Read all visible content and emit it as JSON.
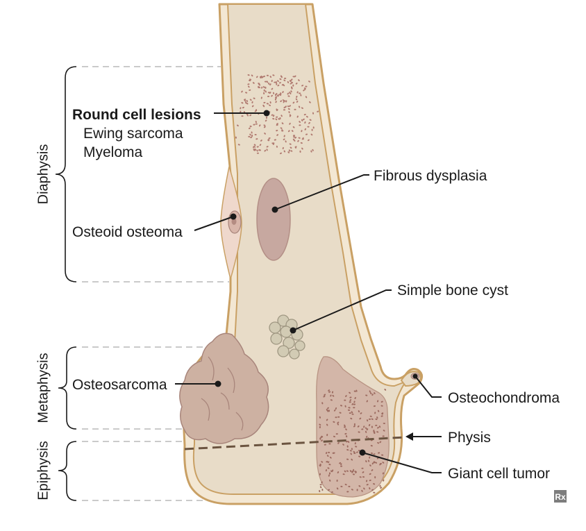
{
  "regions": {
    "diaphysis": "Diaphysis",
    "metaphysis": "Metaphysis",
    "epiphysis": "Epiphysis"
  },
  "labels": {
    "round_cell": "Round cell lesions",
    "ewing": "Ewing sarcoma",
    "myeloma": "Myeloma",
    "osteoid_osteoma": "Osteoid osteoma",
    "fibrous_dysplasia": "Fibrous dysplasia",
    "simple_bone_cyst": "Simple bone cyst",
    "osteosarcoma": "Osteosarcoma",
    "osteochondroma": "Osteochondroma",
    "physis": "Physis",
    "giant_cell_tumor": "Giant cell tumor"
  },
  "logo": "Rx",
  "colors": {
    "bone_fill": "#e8dcc8",
    "cortex_fill": "#f3e7d3",
    "outline": "#c9a064",
    "lesion_fill": "#c7a8a0",
    "lesion_dark": "#a8857b",
    "stipple": "#b07a70",
    "leader": "#1a1a1a",
    "guide": "#b8b8b8"
  }
}
